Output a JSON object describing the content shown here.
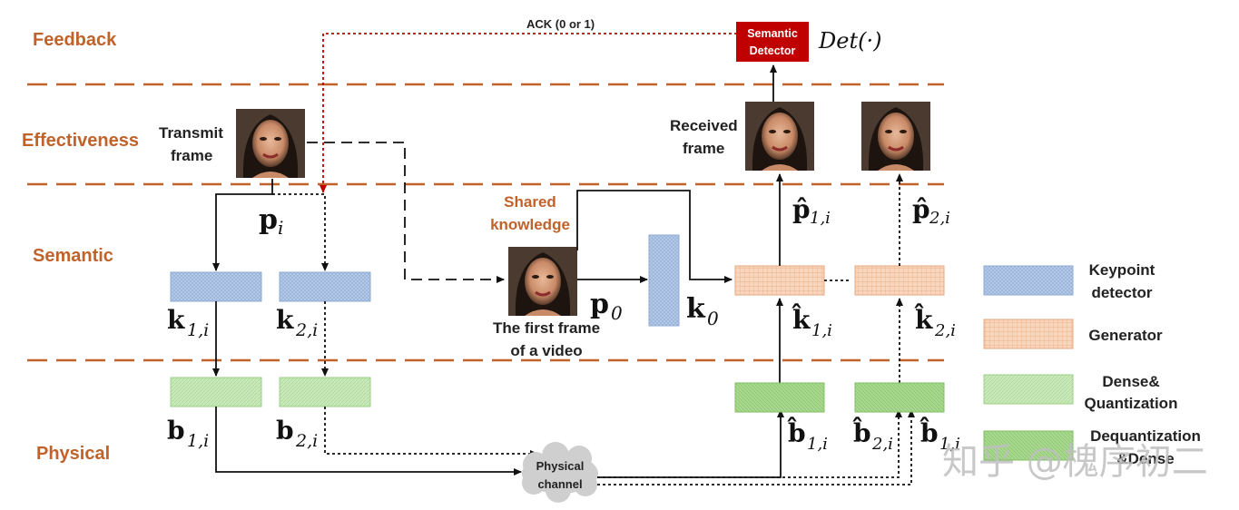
{
  "layers": {
    "feedback": "Feedback",
    "effectiveness": "Effectiveness",
    "semantic": "Semantic",
    "physical": "Physical"
  },
  "labels": {
    "transmit_frame_1": "Transmit",
    "transmit_frame_2": "frame",
    "ack": "ACK (0 or 1)",
    "semantic_detector_1": "Semantic",
    "semantic_detector_2": "Detector",
    "det": "Det(·)",
    "received_frame_1": "Received",
    "received_frame_2": "frame",
    "shared_knowledge_1": "Shared",
    "shared_knowledge_2": "knowledge",
    "first_frame_1": "The first frame",
    "first_frame_2": "of a video",
    "physical_channel_1": "Physical",
    "physical_channel_2": "channel"
  },
  "math": {
    "p_i": "p",
    "p_i_sub": "i",
    "k1": "k",
    "k1_sub": "1,i",
    "k2": "k",
    "k2_sub": "2,i",
    "b1": "b",
    "b1_sub": "1,i",
    "b2": "b",
    "b2_sub": "2,i",
    "p0": "p",
    "p0_sub": "0",
    "k0": "k",
    "k0_sub": "0",
    "p1_hat": "p̂",
    "p1_hat_sub": "1,i",
    "p2_hat": "p̂",
    "p2_hat_sub": "2,i",
    "k1_hat": "k̂",
    "k1_hat_sub": "1,i",
    "k2_hat": "k̂",
    "k2_hat_sub": "2,i",
    "b1_hat": "b̂",
    "b1_hat_sub": "1,i",
    "b2_hat": "b̂",
    "b2_hat_sub": "2,i",
    "b1_hat_b": "b̂",
    "b1_hat_b_sub": "1,i"
  },
  "legend": {
    "keypoint_1": "Keypoint",
    "keypoint_2": "detector",
    "generator": "Generator",
    "dense_1": "Dense&",
    "dense_2": "Quantization",
    "dequant_1": "Dequantization",
    "dequant_2": "&Dense"
  },
  "watermark": "知乎 @槐序初二",
  "colors": {
    "layer_text": "#c0622a",
    "divider": "#c0622a",
    "keypoint_fill": "#b8cbe8",
    "generator_fill": "#f6cdb0",
    "dense_fill": "#c6e6b8",
    "dequant_fill": "#a9d890",
    "detector_fill": "#c00000",
    "ack_line": "#c00000"
  }
}
